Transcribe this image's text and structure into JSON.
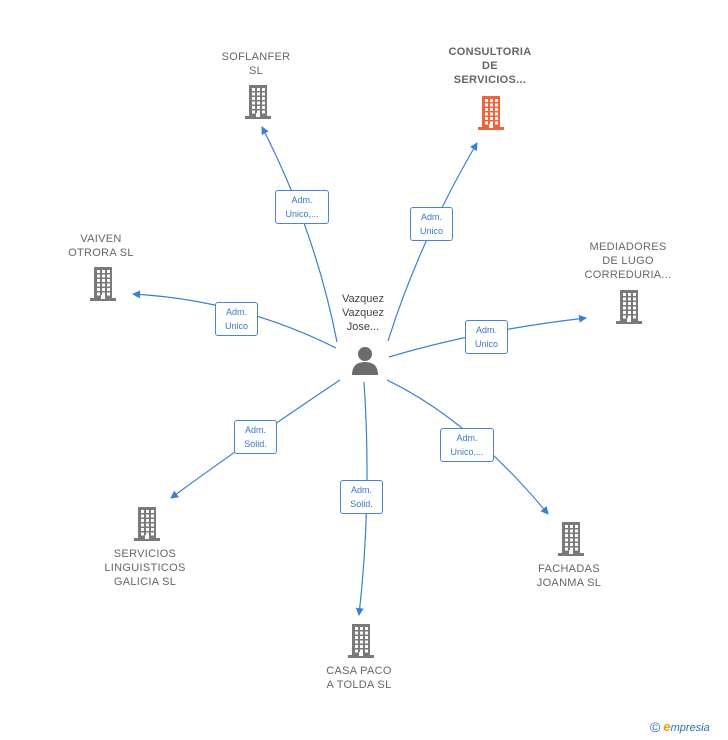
{
  "center": {
    "name_lines": [
      "Vazquez",
      "Vazquez",
      "Jose..."
    ]
  },
  "companies": [
    {
      "id": "soflanfer",
      "lines": [
        "SOFLANFER",
        "SL"
      ],
      "highlight": false
    },
    {
      "id": "consultoria",
      "lines": [
        "CONSULTORIA",
        "DE",
        "SERVICIOS..."
      ],
      "highlight": true
    },
    {
      "id": "vaiven",
      "lines": [
        "VAIVEN",
        "OTRORA SL"
      ],
      "highlight": false
    },
    {
      "id": "mediadores",
      "lines": [
        "MEDIADORES",
        "DE LUGO",
        "CORREDURIA..."
      ],
      "highlight": false
    },
    {
      "id": "servicios",
      "lines": [
        "SERVICIOS",
        "LINGUISTICOS",
        "GALICIA  SL"
      ],
      "highlight": false
    },
    {
      "id": "fachadas",
      "lines": [
        "FACHADAS",
        "JOANMA  SL"
      ],
      "highlight": false
    },
    {
      "id": "casapaco",
      "lines": [
        "CASA PACO",
        "A TOLDA  SL"
      ],
      "highlight": false
    }
  ],
  "relations": [
    {
      "to": "soflanfer",
      "lines": [
        "Adm.",
        "Unico,..."
      ]
    },
    {
      "to": "consultoria",
      "lines": [
        "Adm.",
        "Unico"
      ]
    },
    {
      "to": "vaiven",
      "lines": [
        "Adm.",
        "Unico"
      ]
    },
    {
      "to": "mediadores",
      "lines": [
        "Adm.",
        "Unico"
      ]
    },
    {
      "to": "servicios",
      "lines": [
        "Adm.",
        "Solid."
      ]
    },
    {
      "to": "casapaco",
      "lines": [
        "Adm.",
        "Solid."
      ]
    },
    {
      "to": "fachadas",
      "lines": [
        "Adm.",
        "Unico,..."
      ]
    }
  ],
  "colors": {
    "edge": "#3a7fd5",
    "building": "#7a7a7a",
    "building_highlight": "#f0643c",
    "person": "#6b6b6b"
  },
  "brand": {
    "copyright": "©",
    "e": "e",
    "rest": "mpresia"
  }
}
